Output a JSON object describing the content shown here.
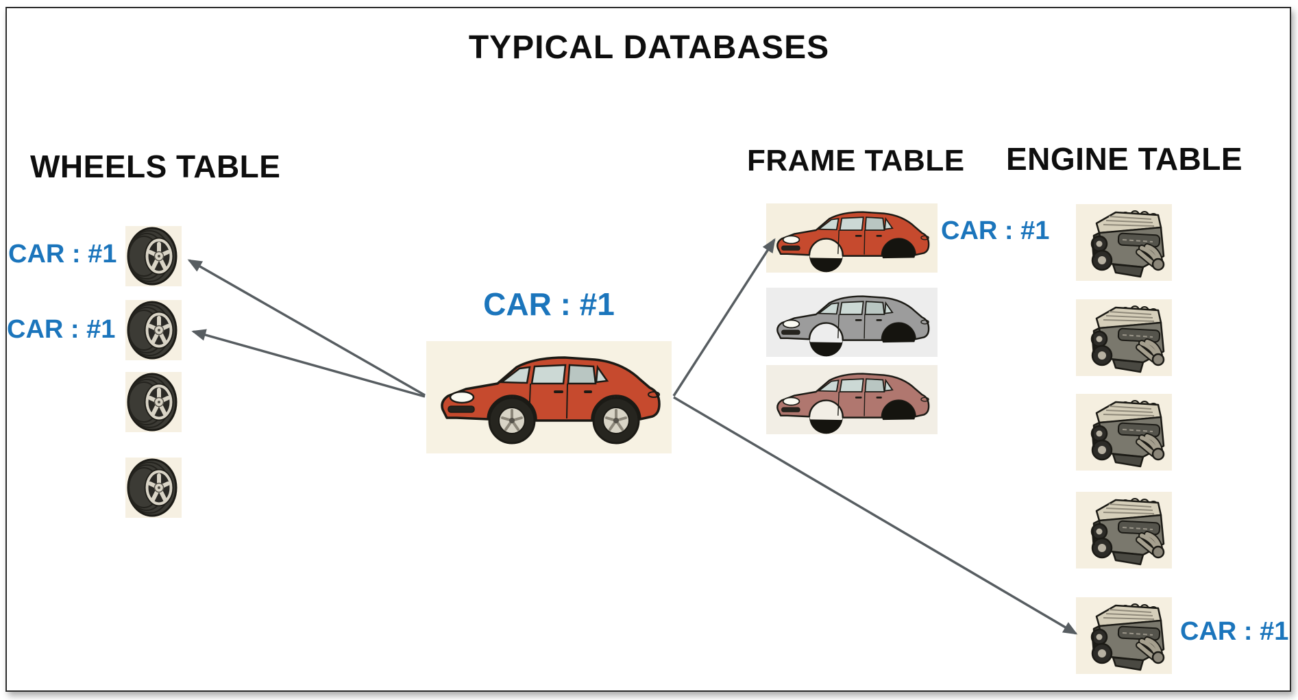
{
  "title": "TYPICAL DATABASES",
  "colors": {
    "blue": "#1b75bc",
    "arrow": "#575d61",
    "tile_bg": "#f6f0e2",
    "car_bg": "#f7f2e3",
    "engine_bg": "#f5efe0"
  },
  "wheels": {
    "heading": "WHEELS TABLE",
    "tire_count": 4,
    "row_labels": [
      "CAR : #1",
      "CAR : #1"
    ]
  },
  "car": {
    "label": "CAR : #1",
    "body_color": "#c64a2e"
  },
  "frame": {
    "heading": "FRAME TABLE",
    "label": "CAR : #1",
    "rows": [
      {
        "body_color": "#c64a2e",
        "bg": "#f5efdf"
      },
      {
        "body_color": "#9c9c9c",
        "bg": "#ededed"
      },
      {
        "body_color": "#b0776f",
        "bg": "#f2eee5"
      }
    ]
  },
  "engine": {
    "heading": "ENGINE TABLE",
    "count": 5,
    "label": "CAR : #1"
  }
}
